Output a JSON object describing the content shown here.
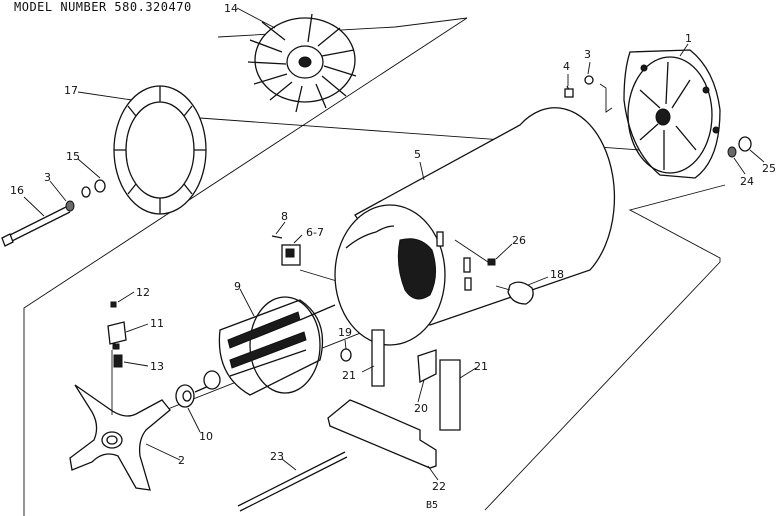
{
  "header": {
    "model_number": "MODEL NUMBER 580.320470"
  },
  "footer": {
    "code": "B5"
  },
  "callouts": [
    {
      "id": "c1",
      "text": "1"
    },
    {
      "id": "c2",
      "text": "2"
    },
    {
      "id": "c3a",
      "text": "3"
    },
    {
      "id": "c3b",
      "text": "3"
    },
    {
      "id": "c4",
      "text": "4"
    },
    {
      "id": "c5",
      "text": "5"
    },
    {
      "id": "c67",
      "text": "6-7"
    },
    {
      "id": "c8",
      "text": "8"
    },
    {
      "id": "c9",
      "text": "9"
    },
    {
      "id": "c10",
      "text": "10"
    },
    {
      "id": "c11",
      "text": "11"
    },
    {
      "id": "c12",
      "text": "12"
    },
    {
      "id": "c13",
      "text": "13"
    },
    {
      "id": "c14",
      "text": "14"
    },
    {
      "id": "c15",
      "text": "15"
    },
    {
      "id": "c16",
      "text": "16"
    },
    {
      "id": "c17",
      "text": "17"
    },
    {
      "id": "c18",
      "text": "18"
    },
    {
      "id": "c19",
      "text": "19"
    },
    {
      "id": "c20",
      "text": "20"
    },
    {
      "id": "c21a",
      "text": "21"
    },
    {
      "id": "c21b",
      "text": "21"
    },
    {
      "id": "c22",
      "text": "22"
    },
    {
      "id": "c23",
      "text": "23"
    },
    {
      "id": "c24",
      "text": "24"
    },
    {
      "id": "c25",
      "text": "25"
    },
    {
      "id": "c26",
      "text": "26"
    }
  ]
}
